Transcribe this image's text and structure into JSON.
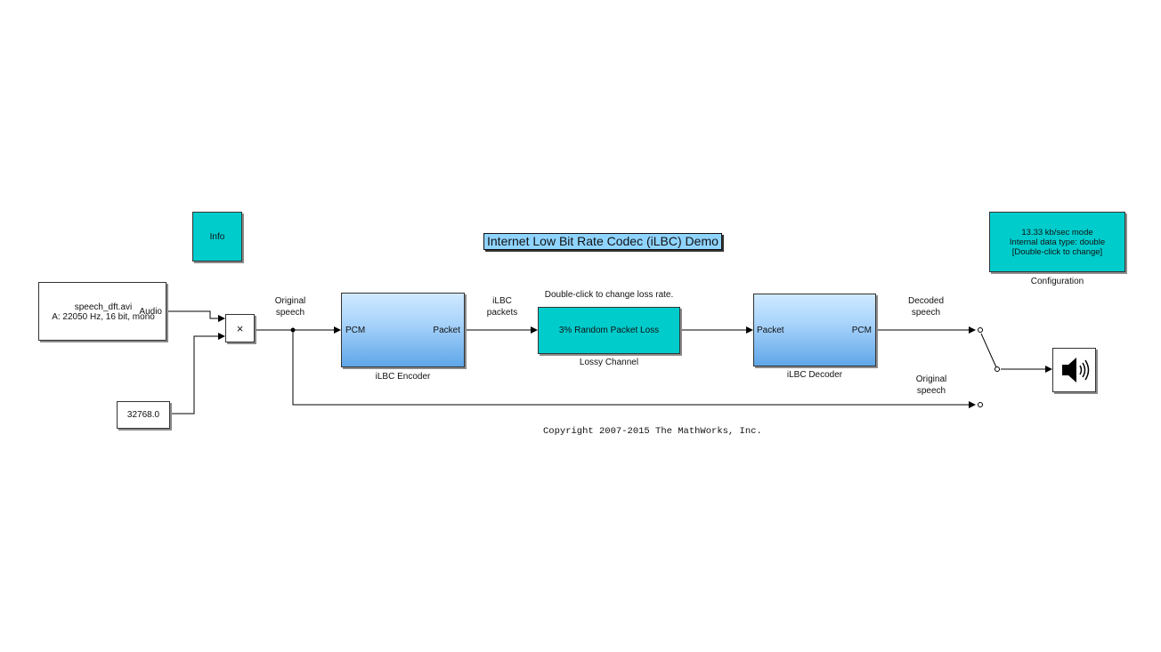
{
  "title": "Internet Low Bit Rate Codec (iLBC) Demo",
  "blocks": {
    "info": {
      "label": "Info"
    },
    "source": {
      "file": "speech_dft.avi",
      "format": "A: 22050 Hz, 16 bit, mono",
      "port_out": "Audio"
    },
    "constant": {
      "value": "32768.0"
    },
    "product": {
      "symbol": "×"
    },
    "encoder": {
      "port_in": "PCM",
      "port_out": "Packet",
      "name": "iLBC Encoder"
    },
    "channel": {
      "label": "3% Random Packet Loss",
      "name": "Lossy Channel",
      "hint": "Double-click to change loss rate."
    },
    "decoder": {
      "port_in": "Packet",
      "port_out": "PCM",
      "name": "iLBC Decoder"
    },
    "config": {
      "line1": "13.33 kb/sec mode",
      "line2": "Internal data type: double",
      "line3": "[Double-click to change]",
      "name": "Configuration"
    },
    "speaker": {
      "icon": "speaker-icon"
    }
  },
  "signals": {
    "original_speech_1": "Original",
    "original_speech_2": "speech",
    "ilbc_packets_1": "iLBC",
    "ilbc_packets_2": "packets",
    "decoded_speech_1": "Decoded",
    "decoded_speech_2": "speech",
    "original_speech_b1": "Original",
    "original_speech_b2": "speech"
  },
  "copyright": "Copyright 2007-2015 The MathWorks, Inc.",
  "colors": {
    "cyan_block": "#00cccc",
    "title_bg": "#8fd4ff",
    "gradient_top": "#cfe9ff",
    "gradient_bottom": "#5fa6e8"
  }
}
